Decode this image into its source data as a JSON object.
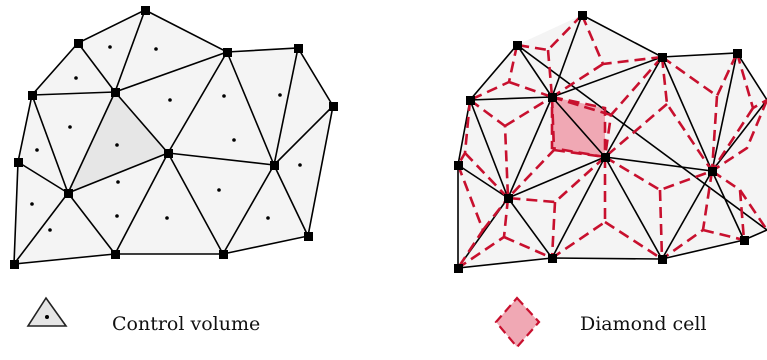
{
  "legend": {
    "control_volume_label": "Control volume",
    "diamond_cell_label": "Diamond cell"
  },
  "colors": {
    "edge": "#000000",
    "control_volume_fill": "#e6e6e6",
    "diamond_edge": "#c8102e",
    "diamond_fill": "#f0a8b4",
    "vertex": "#000000"
  },
  "panels": [
    {
      "id": "left-mesh",
      "highlight": "control-volume"
    },
    {
      "id": "right-mesh",
      "highlight": "diamond-cell"
    }
  ]
}
